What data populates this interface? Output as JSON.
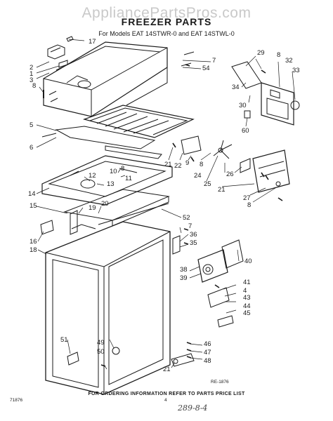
{
  "watermark": "AppliancePartsPros.com",
  "title": "FREEZER PARTS",
  "subtitle": "For Models EAT 14STWR-0 and EAT 14STWL-0",
  "drawing_code": "RE-1876",
  "footer_note": "FOR ORDERING INFORMATION REFER TO PARTS PRICE LIST",
  "page_code": "71876",
  "page_number": "4",
  "handwritten": "289-8-4",
  "callouts": [
    "17",
    "2",
    "1",
    "3",
    "8",
    "5",
    "6",
    "14",
    "12",
    "13",
    "11",
    "10",
    "8",
    "15",
    "19",
    "20",
    "16",
    "18",
    "51",
    "49",
    "50",
    "7",
    "54",
    "29",
    "8",
    "32",
    "33",
    "34",
    "30",
    "60",
    "21",
    "22",
    "9",
    "8",
    "24",
    "25",
    "26",
    "21",
    "27",
    "8",
    "52",
    "7",
    "36",
    "35",
    "38",
    "39",
    "40",
    "41",
    "4",
    "43",
    "44",
    "45",
    "46",
    "47",
    "48",
    "21"
  ]
}
